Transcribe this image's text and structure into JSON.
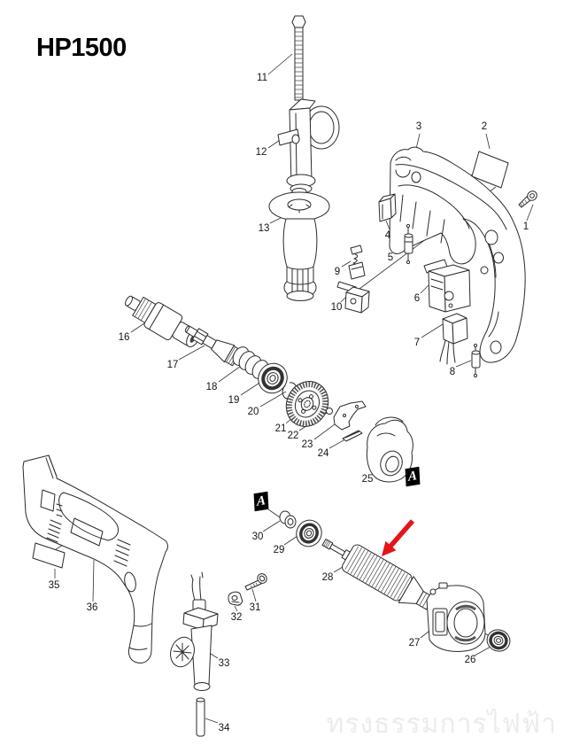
{
  "title": "HP1500",
  "marker_a": "A",
  "watermark": "ทรงธรรมการไฟฟ้า",
  "colors": {
    "accent_arrow": "#e51419",
    "linework": "#2a2a2a",
    "watermark_gray": "#ececec"
  },
  "part_labels": [
    "1",
    "2",
    "3",
    "4",
    "5",
    "6",
    "7",
    "8",
    "9",
    "10",
    "11",
    "12",
    "13",
    "16",
    "17",
    "18",
    "19",
    "20",
    "21",
    "22",
    "23",
    "24",
    "25",
    "26",
    "27",
    "28",
    "29",
    "30",
    "31",
    "32",
    "33",
    "34",
    "35",
    "36"
  ]
}
